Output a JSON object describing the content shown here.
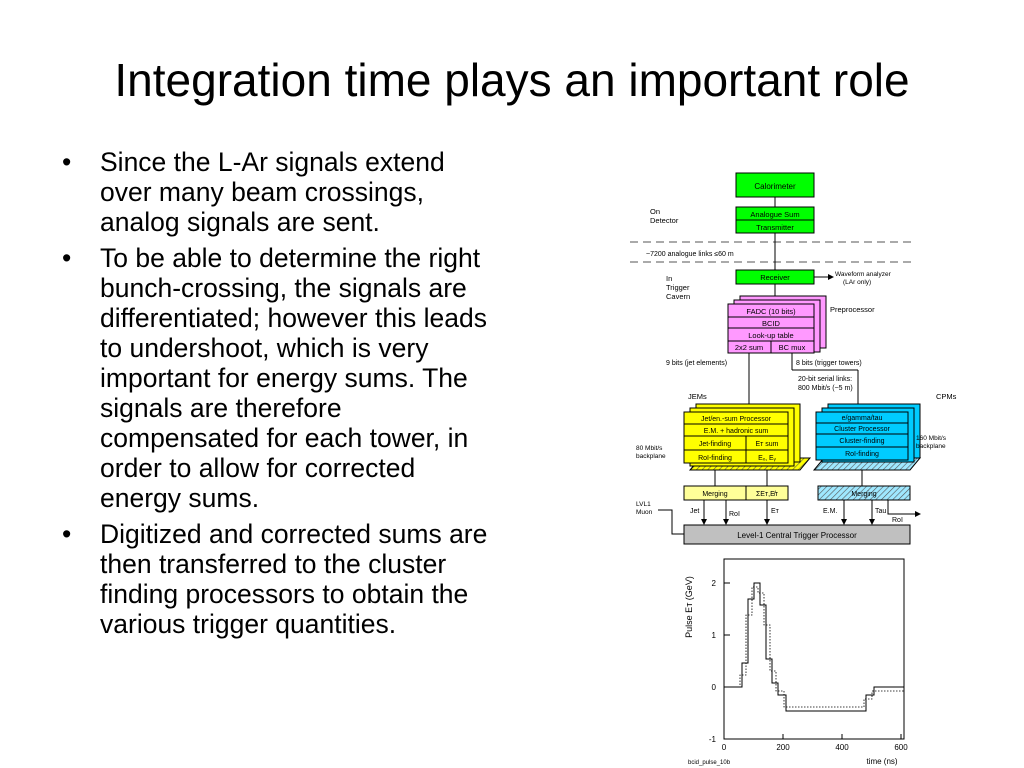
{
  "title": "Integration time plays an important role",
  "bullets": [
    {
      "lines": [
        "Since the L-Ar signals extend",
        "over many beam crossings,",
        "analog signals are sent."
      ]
    },
    {
      "lines": [
        "To be able to determine the right",
        "bunch-crossing, the signals are",
        "differentiated; however this leads",
        "to undershoot, which is very",
        "important for energy sums. The",
        "signals are therefore",
        "compensated for each tower, in",
        "order to allow for corrected",
        "energy sums."
      ]
    },
    {
      "lines": [
        "Digitized and corrected sums are",
        "then transferred to the cluster",
        "finding processors to obtain the",
        "various trigger quantities."
      ]
    }
  ],
  "diagram": {
    "calorimeter": "Calorimeter",
    "on_detector": [
      "On",
      "Detector"
    ],
    "analogue_sum": "Analogue Sum",
    "transmitter": "Transmitter",
    "links": "~7200 analogue links  ≤60 m",
    "in_cavern": [
      "In",
      "Trigger",
      "Cavern"
    ],
    "receiver": "Receiver",
    "waveform": [
      "Waveform analyzer",
      "(LAr only)"
    ],
    "fadc": "FADC (10 bits)",
    "bcid": "BCID",
    "lookup": "Look-up table",
    "sum2x2": "2x2 sum",
    "bcmux": "BC mux",
    "preprocessor": "Preprocessor",
    "bits_jet": "9 bits (jet elements)",
    "bits_trigger": "8 bits (trigger towers)",
    "serial": [
      "20-bit serial links:",
      "800 Mbit/s  (~5 m)"
    ],
    "jems": "JEMs",
    "cpms": "CPMs",
    "jet_proc": "Jet/en.-sum Processor",
    "em_had": "E.M. + hadronic sum",
    "jet_finding": "Jet-finding",
    "et_sum": "Eᴛ sum",
    "roi_finding_left": "RoI-finding",
    "ex_ey": "Eₓ, Eᵧ",
    "egamma": "e/gamma/tau",
    "cluster_proc": "Cluster Processor",
    "cluster_finding": "Cluster-finding",
    "roi_finding_right": "RoI-finding",
    "backplane_left": [
      "80 Mbit/s",
      "backplane"
    ],
    "backplane_right": [
      "160 Mbit/s",
      "backplane"
    ],
    "merging_left": "Merging",
    "sum_et": "ΣEᴛ,E̸ᴛ",
    "merging_right": "Merging",
    "lvl1": [
      "LVL1",
      "Muon"
    ],
    "jet": "Jet",
    "roi_a": "RoI",
    "et": "Eᴛ",
    "em": "E.M.",
    "tau": "Tau",
    "roi_b": "RoI",
    "ctp": "Level-1 Central Trigger Processor"
  },
  "plot": {
    "ylabel": "Pulse Eᴛ (GeV)",
    "xlabel": "time (ns)",
    "caption": "bcid_pulse_10b",
    "xticks": [
      "0",
      "200",
      "400",
      "600"
    ],
    "yticks": [
      "2",
      "1",
      "0",
      "-1"
    ]
  }
}
